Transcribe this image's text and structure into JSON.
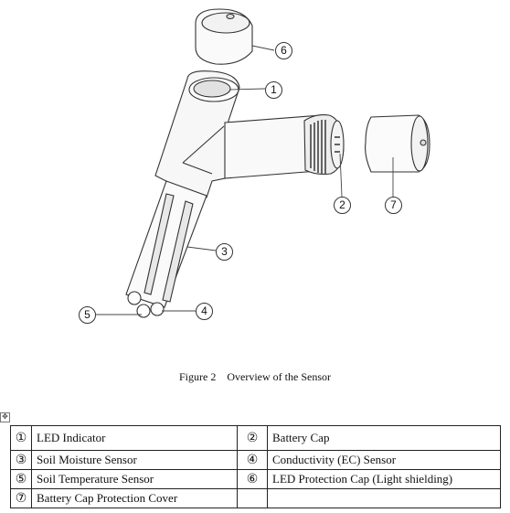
{
  "figure": {
    "callouts": [
      {
        "id": "callout-1",
        "label": "1"
      },
      {
        "id": "callout-2",
        "label": "2"
      },
      {
        "id": "callout-3",
        "label": "3"
      },
      {
        "id": "callout-4",
        "label": "4"
      },
      {
        "id": "callout-5",
        "label": "5"
      },
      {
        "id": "callout-6",
        "label": "6"
      },
      {
        "id": "callout-7",
        "label": "7"
      }
    ]
  },
  "caption": {
    "figure_no": "Figure 2",
    "title": "Overview of the Sensor"
  },
  "table_anchor_icon": "move-anchor-icon",
  "legend": {
    "rows": [
      [
        {
          "num": "①",
          "text": "LED Indicator"
        },
        {
          "num": "②",
          "text": "Battery Cap"
        }
      ],
      [
        {
          "num": "③",
          "text": "Soil Moisture Sensor"
        },
        {
          "num": "④",
          "text": "Conductivity (EC) Sensor"
        }
      ],
      [
        {
          "num": "⑤",
          "text": "Soil Temperature Sensor"
        },
        {
          "num": "⑥",
          "text": "LED Protection Cap (Light shielding)"
        }
      ],
      [
        {
          "num": "⑦",
          "text": "Battery Cap Protection Cover"
        },
        {
          "num": "",
          "text": ""
        }
      ]
    ]
  }
}
